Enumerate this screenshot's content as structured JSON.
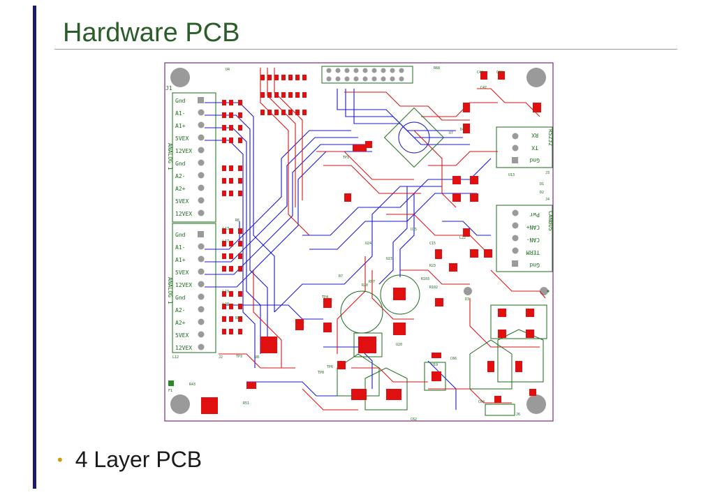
{
  "slide": {
    "title": "Hardware PCB",
    "bullets": [
      "4 Layer PCB"
    ]
  },
  "pcb": {
    "connectors": {
      "j1": {
        "ref": "J1",
        "groups": [
          {
            "title": "ANALOG 1",
            "pins": [
              "Gnd",
              "A1-",
              "A1+",
              "5VEX",
              "12VEX",
              "Gnd",
              "A2-",
              "A2+",
              "5VEX",
              "12VEX"
            ]
          },
          {
            "title": "ANALOG 1",
            "pins": [
              "Gnd",
              "A1-",
              "A1+",
              "5VEX",
              "12VEX",
              "Gnd",
              "A2-",
              "A2+",
              "5VEX",
              "12VEX"
            ]
          }
        ]
      },
      "rs232": {
        "title": "RS232",
        "pins": [
          "RX",
          "TX",
          "Gnd"
        ]
      },
      "canbus": {
        "title": "CANBUS",
        "pins": [
          "Pwr",
          "CAN+",
          "CAN-",
          "TERM",
          "Gnd"
        ]
      }
    },
    "refs": [
      "J2",
      "J3",
      "J4",
      "J6",
      "U4",
      "U7",
      "U8",
      "U13",
      "U15",
      "U19",
      "U20",
      "U23",
      "U24",
      "C15",
      "C42",
      "C44",
      "C47",
      "C62",
      "C64",
      "C66",
      "R6",
      "R7",
      "R8",
      "R20",
      "R23",
      "R43",
      "R51",
      "R68",
      "R97",
      "R102",
      "R103",
      "L12",
      "L13",
      "L17",
      "L19",
      "L20",
      "L22",
      "TP1",
      "TP3",
      "TP4",
      "TP6",
      "TP8",
      "D1",
      "D2",
      "D3",
      "D4",
      "F1"
    ],
    "colors": {
      "board_outline": "#7b2a7b",
      "top_trace": "#d41515",
      "bottom_trace": "#1818c8",
      "silkscreen": "#1a6b1a",
      "pad": "#e01010",
      "mount_hole": "#9a9a9a"
    }
  }
}
